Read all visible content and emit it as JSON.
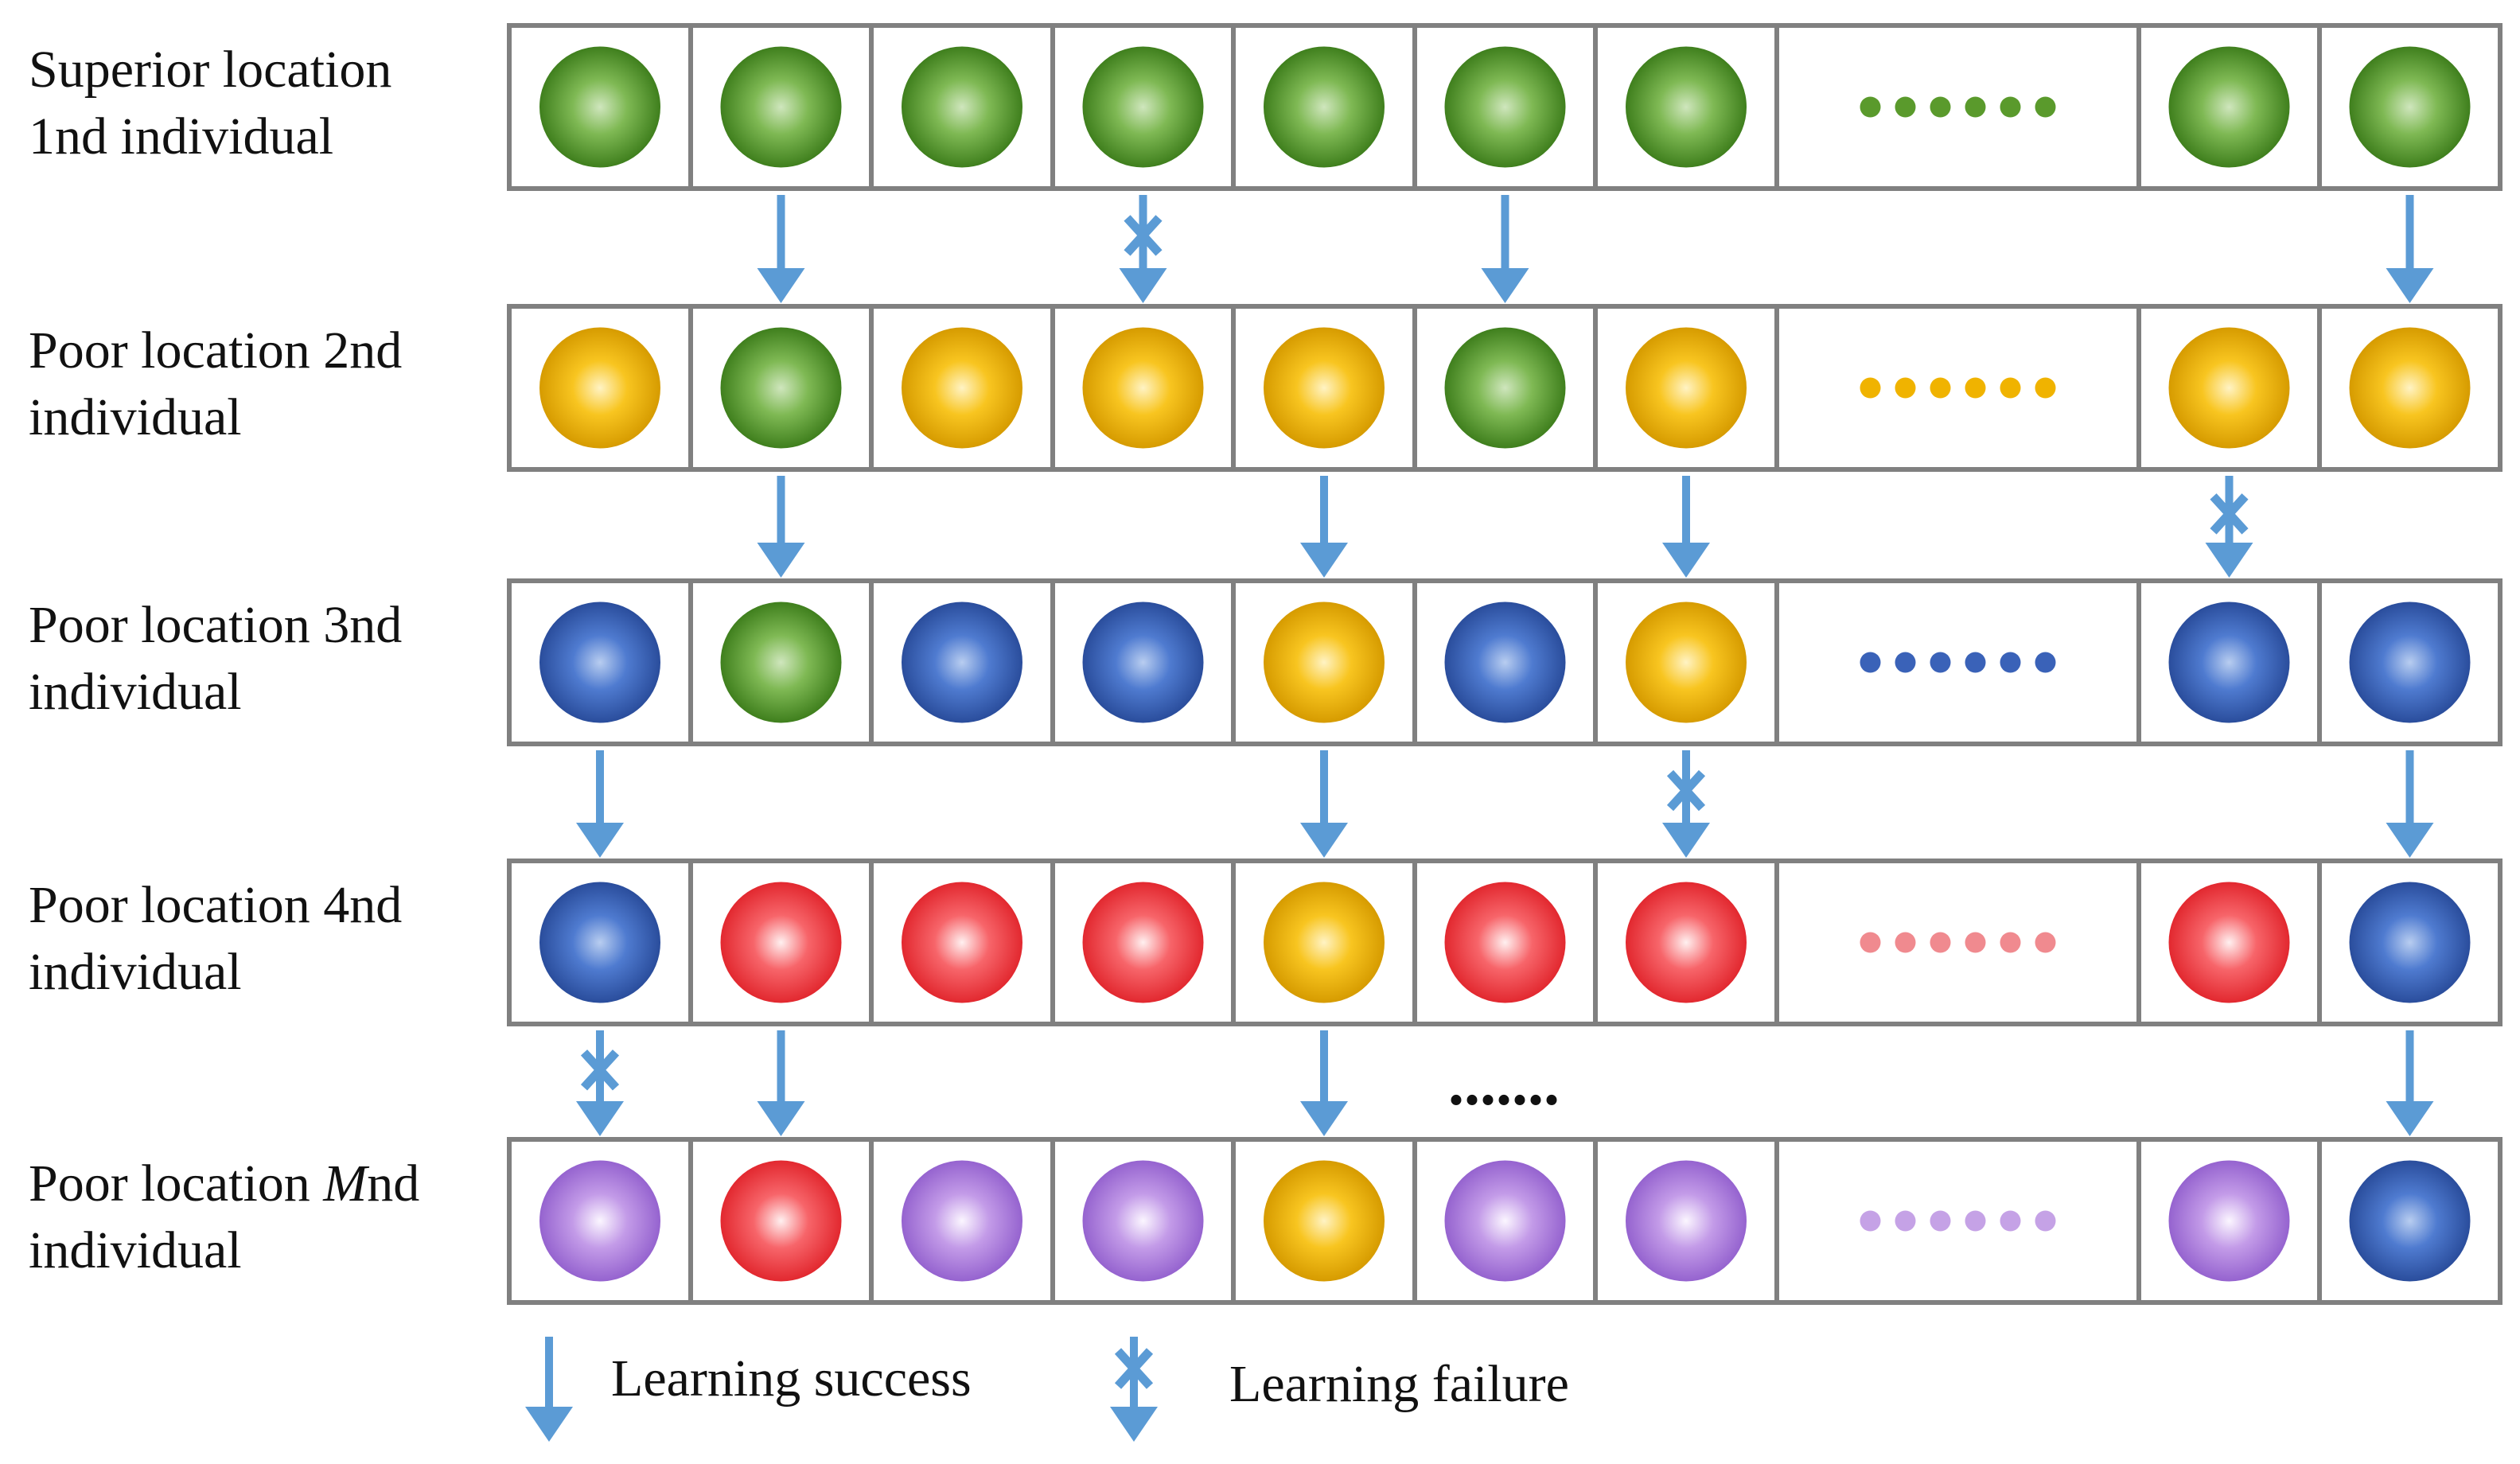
{
  "colors": {
    "green": "#5a9a2c",
    "yellow": "#f0b300",
    "blue": "#3a62b8",
    "red": "#ef3b42",
    "purple": "#a87ad6",
    "arrow": "#5b9bd5",
    "grid": "#808080",
    "dots_red": "#f08a8f",
    "dots_purple": "#c5a2e6"
  },
  "rows": [
    {
      "label_lines": [
        "Superior location",
        "1nd individual"
      ],
      "cells": [
        "green",
        "green",
        "green",
        "green",
        "green",
        "green",
        "green",
        "dots",
        "green",
        "green"
      ],
      "dots_color": "green"
    },
    {
      "label_lines": [
        "Poor location 2nd",
        "individual"
      ],
      "cells": [
        "yellow",
        "green",
        "yellow",
        "yellow",
        "yellow",
        "green",
        "yellow",
        "dots",
        "yellow",
        "yellow"
      ],
      "dots_color": "yellow"
    },
    {
      "label_lines": [
        "Poor location 3nd",
        "individual"
      ],
      "cells": [
        "blue",
        "green",
        "blue",
        "blue",
        "yellow",
        "blue",
        "yellow",
        "dots",
        "blue",
        "blue"
      ],
      "dots_color": "blue"
    },
    {
      "label_lines": [
        "Poor location 4nd",
        "individual"
      ],
      "cells": [
        "blue",
        "red",
        "red",
        "red",
        "yellow",
        "red",
        "red",
        "dots",
        "red",
        "blue"
      ],
      "dots_color": "dots_red"
    },
    {
      "label_lines": [
        "Poor location Mnd",
        "individual"
      ],
      "label_italic_token": "M",
      "cells": [
        "purple",
        "red",
        "purple",
        "purple",
        "yellow",
        "purple",
        "purple",
        "dots",
        "purple",
        "blue"
      ],
      "dots_color": "dots_purple"
    }
  ],
  "arrows": [
    {
      "gap": 0,
      "cells": [
        1,
        9
      ],
      "failure_cells": [
        3
      ],
      "success_cells": [
        1,
        5,
        9
      ]
    },
    {
      "gap": 1,
      "failure_cells": [
        8
      ],
      "success_cells": [
        1,
        4,
        6
      ]
    },
    {
      "gap": 2,
      "failure_cells": [
        6
      ],
      "success_cells": [
        0,
        4,
        9
      ]
    },
    {
      "gap": 3,
      "failure_cells": [
        0
      ],
      "success_cells": [
        1,
        4,
        9
      ]
    }
  ],
  "gap_ellipsis": ".......",
  "legend": {
    "success_label": "Learning success",
    "failure_label": "Learning failure"
  }
}
